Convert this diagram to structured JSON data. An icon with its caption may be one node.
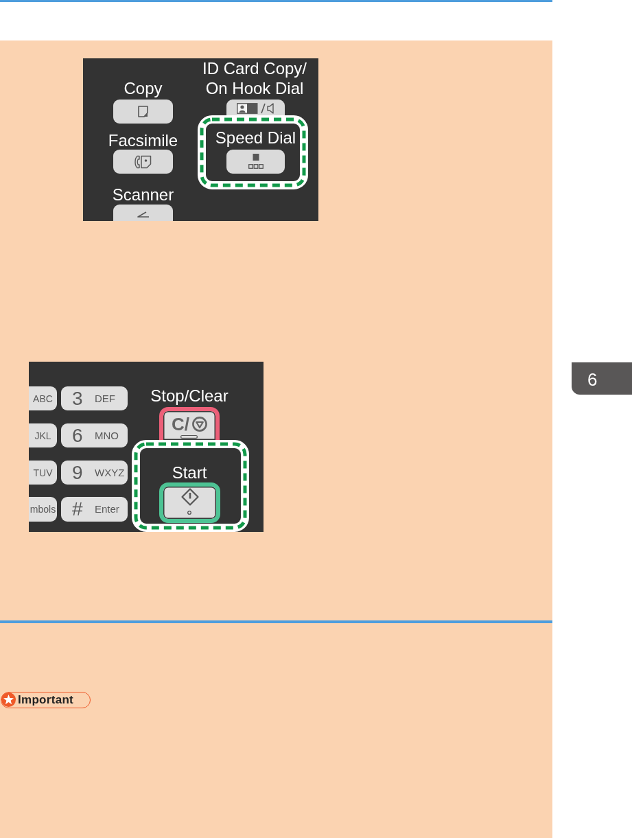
{
  "diagram": {
    "nodes": [
      {
        "text": [],
        "shape": "box"
      },
      {
        "text": [
          "Copy"
        ],
        "in": 0
      },
      {
        "text": [
          "ID Card Copy/ On Hook Dial"
        ],
        "in": 0
      },
      {
        "text": [
          "Facsimile"
        ],
        "in": 0
      },
      {
        "text": [],
        "shape": "box",
        "in": 0
      },
      {
        "text": [
          "Speed Dial"
        ],
        "in": 4
      },
      {
        "text": [
          "Scanner"
        ],
        "in": 0
      },
      {
        "text": [],
        "shape": "box"
      },
      {
        "text": [
          "ABC"
        ],
        "in": 7
      },
      {
        "text": [
          "3",
          "DEF"
        ],
        "in": 7
      },
      {
        "text": [
          "Stop/Clear",
          "C/"
        ],
        "in": 7
      },
      {
        "text": [
          "JKL"
        ],
        "in": 7
      },
      {
        "text": [
          "6",
          "MNO"
        ],
        "in": 7
      },
      {
        "text": [],
        "shape": "box",
        "in": 7
      },
      {
        "text": [
          "Start"
        ],
        "in": 13
      },
      {
        "text": [
          "TUV"
        ],
        "in": 7
      },
      {
        "text": [
          "9",
          "WXYZ"
        ],
        "in": 7
      },
      {
        "text": [
          "mbols"
        ],
        "in": 7
      },
      {
        "text": [
          "#",
          "Enter"
        ],
        "in": 7
      },
      {
        "text": [
          "6"
        ]
      },
      {
        "text": [
          "Important"
        ]
      }
    ]
  }
}
